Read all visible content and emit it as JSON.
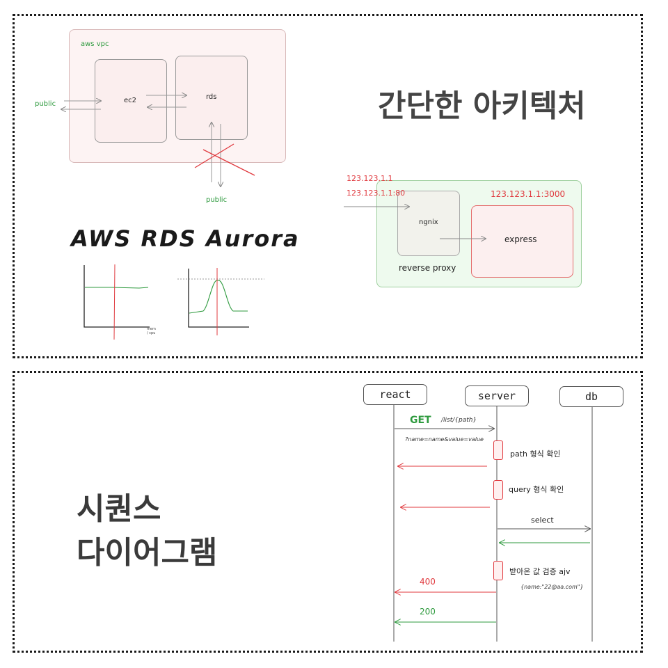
{
  "top": {
    "title": "간단한 아키텍처",
    "vpc": {
      "label": "aws vpc",
      "ec2": "ec2",
      "rds": "rds",
      "public_left": "public",
      "public_bottom": "public"
    },
    "aurora_title": "AWS RDS Aurora",
    "graph_axis_note": "mem / cpu",
    "proxy": {
      "ip1": "123.123.1.1",
      "ip2": "123.123.1.1:80",
      "ip3": "123.123.1.1:3000",
      "nginx": "ngnix",
      "express": "express",
      "label": "reverse proxy"
    }
  },
  "bottom": {
    "title_line1": "시퀀스",
    "title_line2": "다이어그램",
    "actors": {
      "react": "react",
      "server": "server",
      "db": "db"
    },
    "messages": {
      "get": "GET",
      "get_path": "/list/{path}",
      "query": "?name=name&value=value",
      "path_check": "path 형식 확인",
      "query_check": "query 형식 확인",
      "select": "select",
      "validate": "받아온 값 검증 ajv",
      "payload": "{name:\"22@aa.com\"}",
      "status_400": "400",
      "status_200": "200"
    }
  },
  "colors": {
    "green": "#2e9a3e",
    "red": "#e0393e",
    "vpc_fill": "#fdf0f0",
    "proxy_fill": "#eefaee"
  }
}
